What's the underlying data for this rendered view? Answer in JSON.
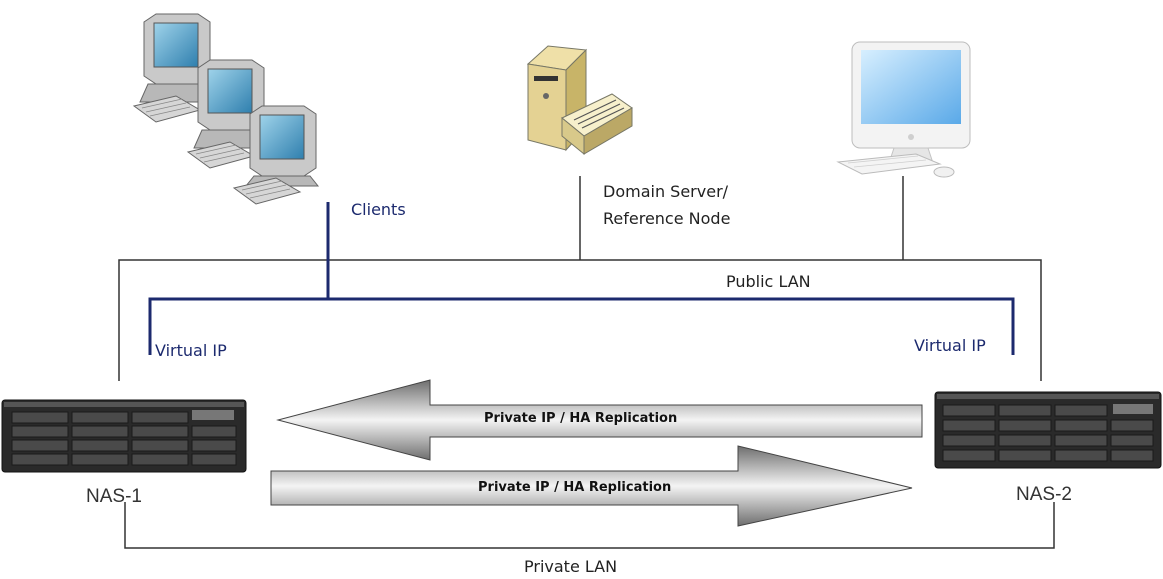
{
  "labels": {
    "clients": "Clients",
    "domain_server": "Domain Server/",
    "reference_node": "Reference Node",
    "public_lan": "Public LAN",
    "virtual_ip_left": "Virtual IP",
    "virtual_ip_right": "Virtual IP",
    "nas1": "NAS-1",
    "nas2": "NAS-2",
    "replication_top": "Private IP / HA Replication",
    "replication_bottom": "Private IP / HA Replication",
    "private_lan": "Private LAN"
  },
  "colors": {
    "public_lan_line": "#333333",
    "virtual_ip_line": "#1c2a6e",
    "arrow_fill": "#9a9a9a",
    "nas_body": "#2a2a2a"
  },
  "icons": [
    "clients-computers-icon",
    "domain-server-icon",
    "workstation-icon",
    "nas-1-icon",
    "nas-2-icon"
  ]
}
